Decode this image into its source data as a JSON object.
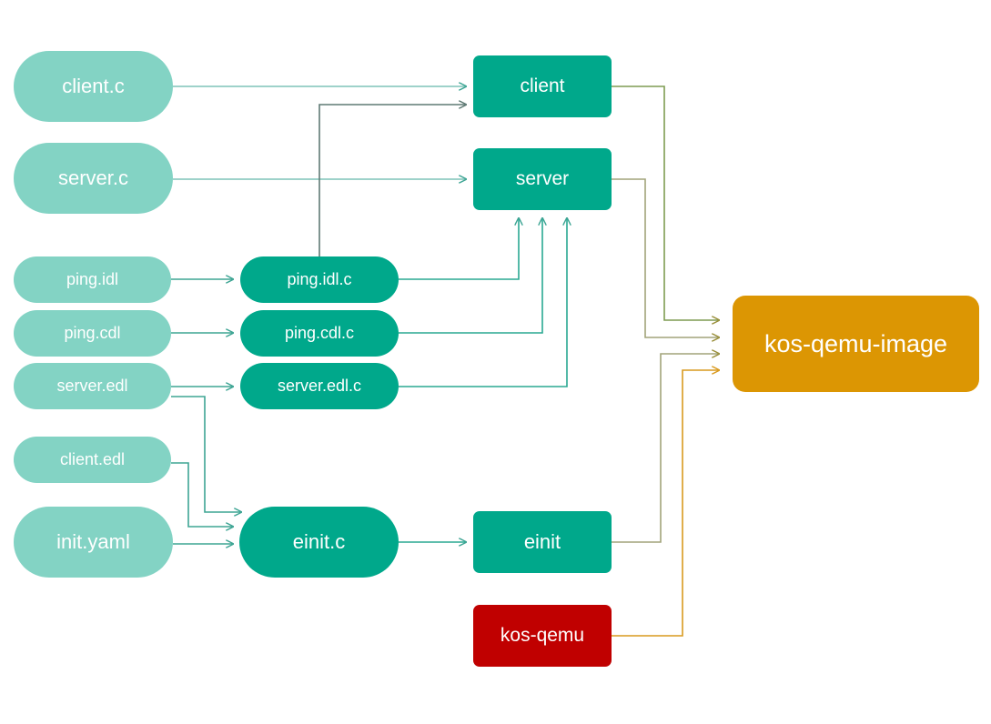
{
  "nodes": {
    "client_c": "client.c",
    "server_c": "server.c",
    "ping_idl": "ping.idl",
    "ping_cdl": "ping.cdl",
    "server_edl": "server.edl",
    "client_edl": "client.edl",
    "init_yaml": "init.yaml",
    "ping_idl_c": "ping.idl.c",
    "ping_cdl_c": "ping.cdl.c",
    "server_edl_c": "server.edl.c",
    "einit_c": "einit.c",
    "client": "client",
    "server": "server",
    "einit": "einit",
    "kos_qemu": "kos-qemu",
    "kos_qemu_image": "kos-qemu-image"
  },
  "colors": {
    "source_node": "#83d3c4",
    "generated_node": "#00a88b",
    "executable_node": "#00a88b",
    "kos_qemu_node": "#c00000",
    "image_node": "#dc9603",
    "arrow_teal": "#2aa892",
    "arrow_gray": "#5f7a74",
    "arrow_olive": "#7e9c52",
    "arrow_orange": "#d99a1f"
  }
}
